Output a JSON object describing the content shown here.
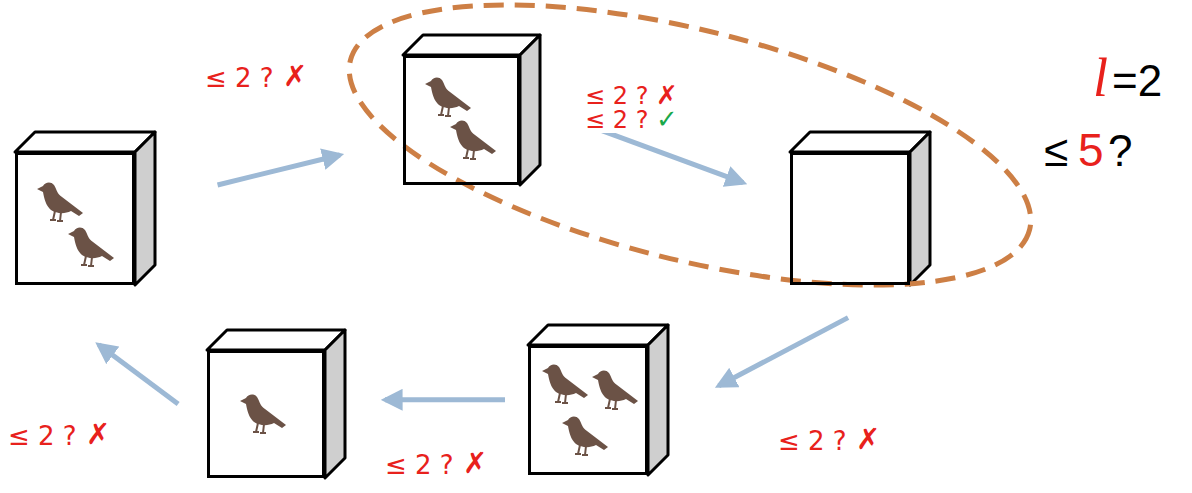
{
  "diagram": {
    "nodes": [
      {
        "text": []
      },
      {
        "text": []
      },
      {
        "text": []
      },
      {
        "text": []
      },
      {
        "text": []
      }
    ],
    "edges": [
      {
        "from": 0,
        "to": 1,
        "arrow": "to"
      },
      {
        "from": 1,
        "to": 2,
        "arrow": "to"
      },
      {
        "from": 2,
        "to": 3,
        "arrow": "to"
      },
      {
        "from": 3,
        "to": 4,
        "arrow": "to"
      },
      {
        "from": 4,
        "to": 0,
        "arrow": "to"
      }
    ],
    "labels": [
      "≤ 2 ?",
      "✗",
      "≤ 2 ?",
      "✗",
      "≤ 2 ?",
      "✓",
      "≤ 2 ?",
      "✗",
      "≤ 2 ?",
      "✗",
      "≤ 2 ?",
      "✗",
      "l",
      "=2",
      "≤",
      "5",
      "?"
    ]
  }
}
